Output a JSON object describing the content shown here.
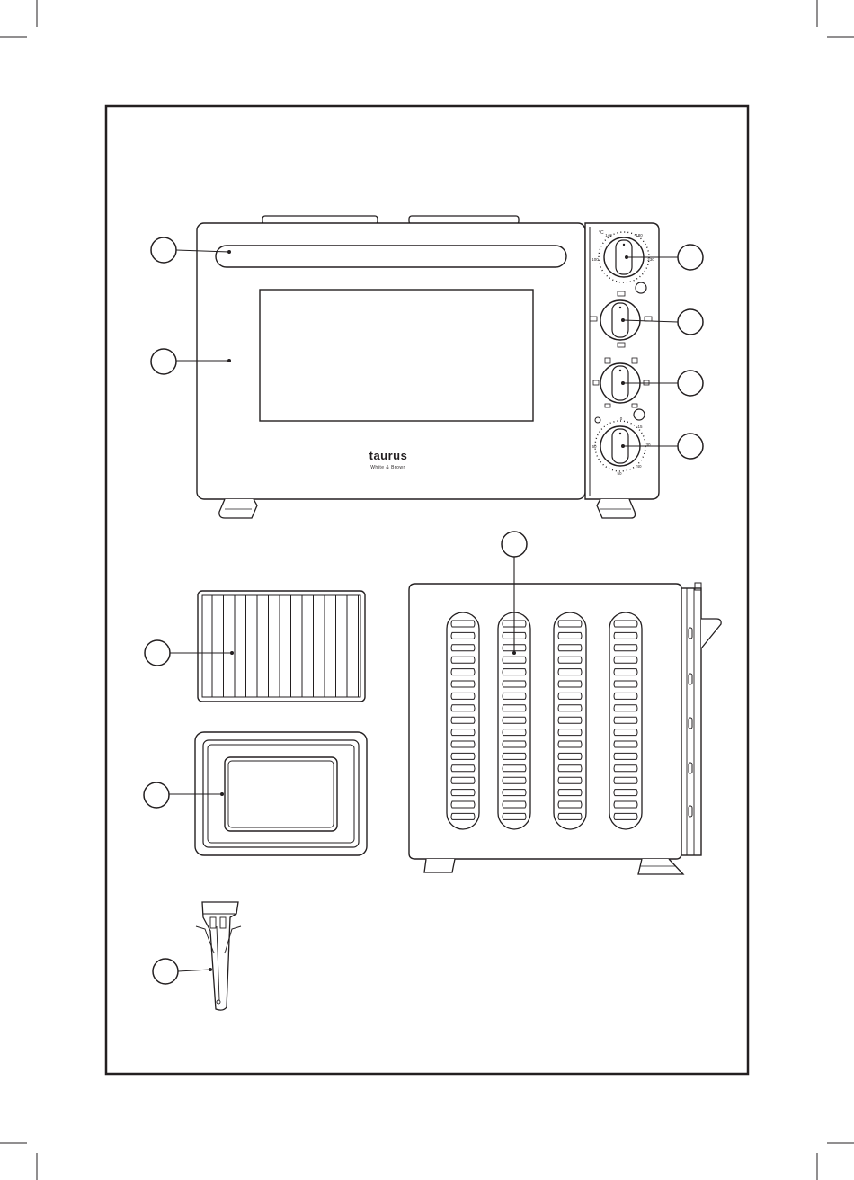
{
  "colors": {
    "ink": "#231f20",
    "paper": "#ffffff"
  },
  "brand": {
    "logo": "taurus",
    "tagline": "White & Brown"
  },
  "temperature_dial": {
    "unit_label": "°C",
    "scale": [
      "100",
      "140",
      "180",
      "230"
    ]
  },
  "timer_dial": {
    "scale": [
      "0",
      "15",
      "30",
      "40",
      "50",
      "60"
    ]
  },
  "callouts": {
    "handle": "",
    "door": "",
    "temperature_knob": "",
    "function_knob": "",
    "hotplate_knob": "",
    "timer_knob": "",
    "side_vents": "",
    "wire_rack": "",
    "baking_tray": "",
    "tray_handle": ""
  }
}
